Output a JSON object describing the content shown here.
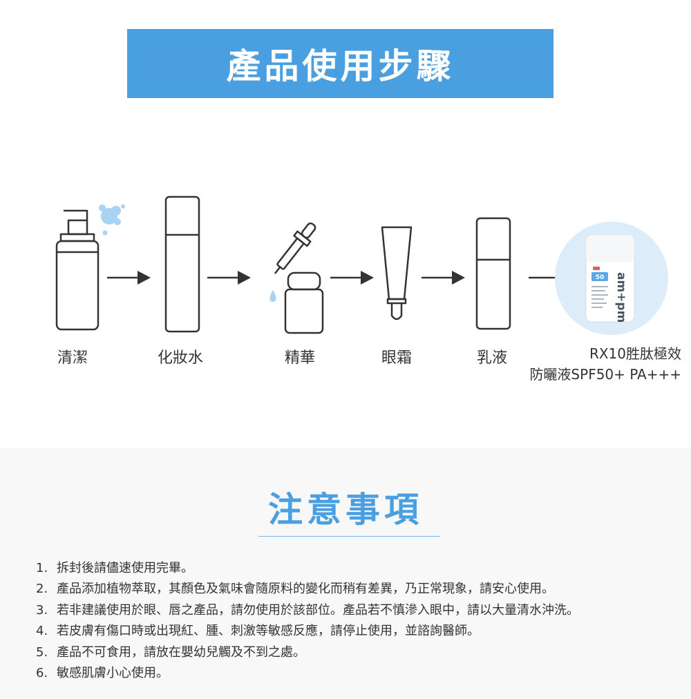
{
  "header": {
    "title": "產品使用步驟"
  },
  "steps": [
    {
      "label": "清潔",
      "icon": "pump-bottle-icon"
    },
    {
      "label": "化妝水",
      "icon": "toner-bottle-icon"
    },
    {
      "label": "精華",
      "icon": "dropper-serum-icon"
    },
    {
      "label": "眼霜",
      "icon": "eye-cream-tube-icon"
    },
    {
      "label": "乳液",
      "icon": "lotion-bottle-icon"
    }
  ],
  "final_step": {
    "line1": "RX10胜肽極效",
    "line2": "防曬液SPF50+ PA+++",
    "brand": "am+pm",
    "spf_badge": "50"
  },
  "notes": {
    "title": "注意事項",
    "items": [
      {
        "num": "1.",
        "text": "拆封後請儘速使用完畢。"
      },
      {
        "num": "2.",
        "text": "產品添加植物萃取，其顏色及氣味會隨原料的變化而稍有差異，乃正常現象，請安心使用。"
      },
      {
        "num": "3.",
        "text": "若非建議使用於眼、唇之產品，請勿使用於該部位。產品若不慎滲入眼中，請以大量清水沖洗。"
      },
      {
        "num": "4.",
        "text": "若皮膚有傷口時或出現紅、腫、刺激等敏感反應，請停止使用，並諮詢醫師。"
      },
      {
        "num": "5.",
        "text": "產品不可食用，請放在嬰幼兒觸及不到之處。"
      },
      {
        "num": "6.",
        "text": "敏感肌膚小心使用。"
      }
    ]
  },
  "colors": {
    "accent": "#4a9fe0",
    "bubble": "#a9d3f2",
    "circle": "#dcedf9",
    "line": "#333333"
  }
}
